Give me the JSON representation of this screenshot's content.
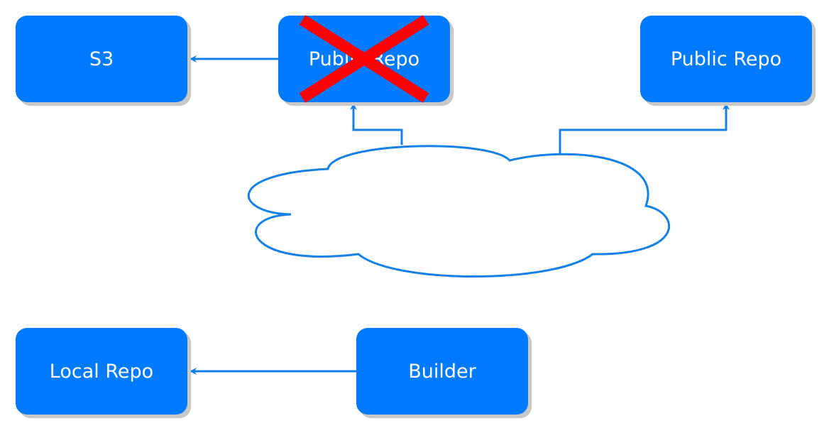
{
  "colors": {
    "node_fill": "#007bff",
    "edge": "#1581e6",
    "cross": "#ff0000",
    "cloud_fill": "#ffffff"
  },
  "nodes": {
    "s3": "S3",
    "public_repo_blocked": "Public Repo",
    "public_repo": "Public Repo",
    "local_repo": "Local Repo",
    "builder": "Builder"
  },
  "edges": [
    {
      "from": "public_repo_blocked",
      "to": "s3"
    },
    {
      "from": "cloud",
      "to": "public_repo_blocked"
    },
    {
      "from": "cloud",
      "to": "public_repo"
    },
    {
      "from": "builder",
      "to": "local_repo"
    }
  ],
  "annotations": {
    "blocked_marker": "red-x-icon"
  }
}
